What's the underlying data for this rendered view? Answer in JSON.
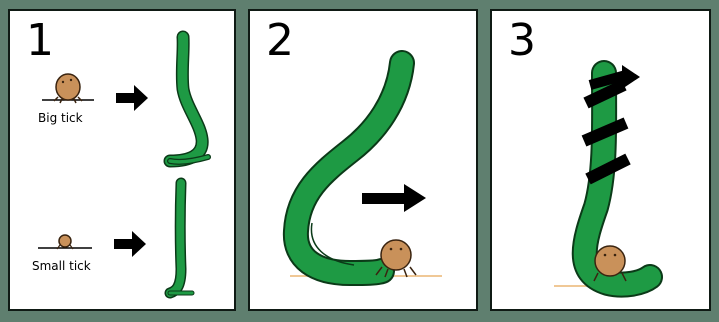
{
  "panels": [
    {
      "number": "1",
      "labels": {
        "big": "Big tick",
        "small": "Small tick"
      }
    },
    {
      "number": "2"
    },
    {
      "number": "3"
    }
  ],
  "colors": {
    "background": "#5f7f6f",
    "panel": "#ffffff",
    "tool_green": "#1e9a44",
    "tool_outline": "#0b3a18",
    "tick_brown": "#c9915a",
    "arrow": "#000000",
    "skin_line": "#f0c896"
  }
}
